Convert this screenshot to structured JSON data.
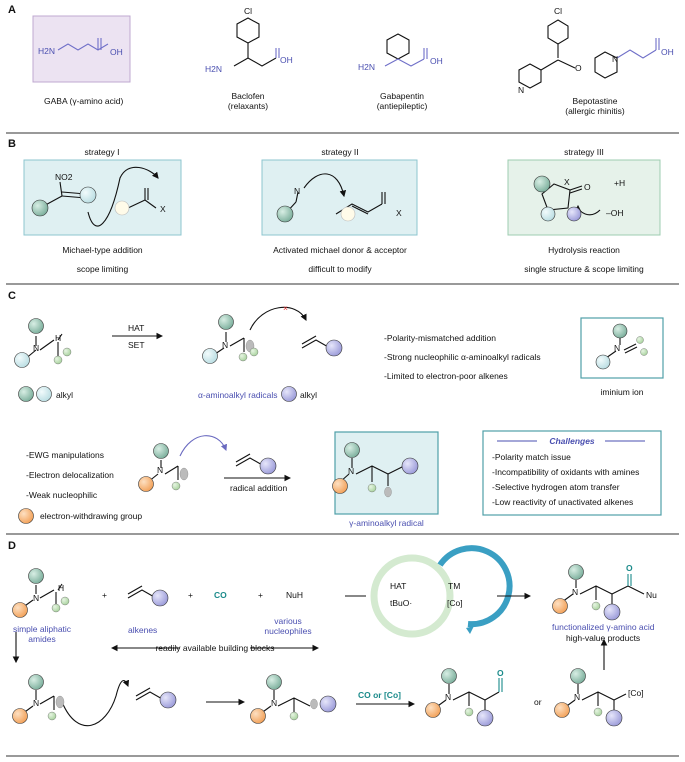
{
  "panels": {
    "a": "A",
    "b": "B",
    "c": "C",
    "d": "D"
  },
  "panel_a": {
    "gaba_label": "GABA (γ-amino acid)",
    "gaba_h2n": "H2N",
    "gaba_oh": "OH",
    "baclofen_cl": "Cl",
    "baclofen_h2n": "H2N",
    "baclofen_oh": "OH",
    "baclofen_name": "Baclofen",
    "baclofen_use": "(relaxants)",
    "gabapentin_h2n": "H2N",
    "gabapentin_oh": "OH",
    "gabapentin_name": "Gabapentin",
    "gabapentin_use": "(antiepileptic)",
    "bepotastine_cl": "Cl",
    "bepotastine_n1": "N",
    "bepotastine_o": "O",
    "bepotastine_n2": "N",
    "bepotastine_oh": "OH",
    "bepotastine_name": "Bepotastine",
    "bepotastine_use": "(allergic rhinitis)"
  },
  "panel_b": {
    "s1_title": "strategy I",
    "s1_no2": "NO2",
    "s1_x": "X",
    "s1_line1": "Michael-type addition",
    "s1_line2": "scope limiting",
    "s2_title": "strategy II",
    "s2_n": "N",
    "s2_x": "X",
    "s2_line1": "Activated michael donor & acceptor",
    "s2_line2": "difficult to modify",
    "s3_title": "strategy III",
    "s3_x": "X",
    "s3_o": "O",
    "s3_h": "+H",
    "s3_oh": "–OH",
    "s3_line1": "Hydrolysis reaction",
    "s3_line2": "single structure & scope limiting"
  },
  "panel_c": {
    "n1": "N",
    "h1": "H",
    "hat": "HAT",
    "set": "SET",
    "n2": "N",
    "cross": "×",
    "alpha_label": "α-aminoalkyl radicals",
    "alkyl1": "alkyl",
    "alkyl2": "alkyl",
    "point1": "-Polarity-mismatched addition",
    "point2": "-Strong nucleophilic α-aminoalkyl radicals",
    "point3": "-Limited to electron-poor alkenes",
    "iminium_n": "N",
    "iminium_label": "iminium ion",
    "ewg1": "-EWG manipulations",
    "ewg2": "-Electron delocalization",
    "ewg3": "-Weak nucleophilic",
    "n3": "N",
    "radical_addition": "radical addition",
    "ewg_label": "electron-withdrawing group",
    "n4": "N",
    "gamma_label": "γ-aminoalkyl radical",
    "challenges_title": "Challenges",
    "ch1": "-Polarity match issue",
    "ch2": "-Incompatibility of oxidants with amines",
    "ch3": "-Selective hydrogen atom transfer",
    "ch4": "-Low reactivity of unactivated alkenes"
  },
  "panel_d": {
    "n1": "N",
    "h1": "H",
    "plus1": "+",
    "plus2": "+",
    "plus3": "+",
    "co": "CO",
    "nuh": "NuH",
    "amides_line1": "simple aliphatic",
    "amides_line2": "amides",
    "alkenes": "alkenes",
    "nuc_line1": "various",
    "nuc_line2": "nucleophiles",
    "building_blocks": "readily available building blocks",
    "hat": "HAT",
    "tbuo": "tBuO·",
    "tm": "TM",
    "co_cat": "[Co]",
    "prod_n": "N",
    "prod_o": "O",
    "prod_nu": "Nu",
    "func_label": "functionalized γ-amino acid",
    "high_value": "high-value products",
    "n2": "N",
    "n3": "N",
    "co_or_co": "CO or [Co]",
    "n4": "N",
    "acyl_o": "O",
    "or": "or",
    "n5": "N",
    "co_complex": "[Co]"
  },
  "colors": {
    "teal_sphere": "#8fbfae",
    "light_teal_sphere": "#cce9ec",
    "purple_sphere": "#b3b3e6",
    "orange_sphere": "#f6b77a",
    "green_small": "#b8dcb0",
    "box_bg": "#dff0f2",
    "gaba_bg": "#ece3f2",
    "accent_blue": "#4a4fb0",
    "teal_ring": "#3a9fc3"
  }
}
